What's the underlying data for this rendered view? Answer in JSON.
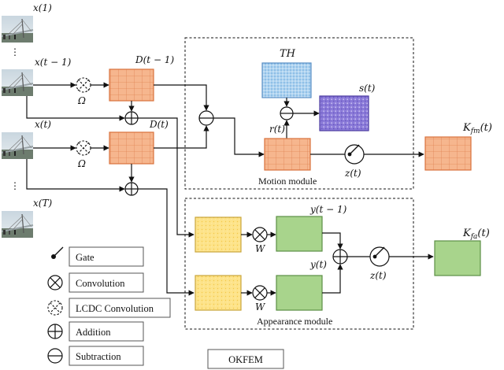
{
  "frames": {
    "x1": "x(1)",
    "xt_prev": "x(t − 1)",
    "xt": "x(t)",
    "xT": "x(T)",
    "ellipsis": "⋮"
  },
  "features": {
    "d_prev": "D(t − 1)",
    "d_t": "D(t)",
    "omega": "Ω"
  },
  "motion": {
    "th": "TH",
    "s": "s(t)",
    "r": "r(t)",
    "z": "z(t)",
    "caption": "Motion module",
    "output": "K",
    "output_sub": "fm",
    "output_arg": "(t)"
  },
  "appearance": {
    "y_prev": "y(t − 1)",
    "y_t": "y(t)",
    "w": "W",
    "z": "z(t)",
    "caption": "Appearance module",
    "output": "K",
    "output_sub": "fa",
    "output_arg": "(t)"
  },
  "legend": {
    "gate": "Gate",
    "convolution": "Convolution",
    "lcdc": "LCDC Convolution",
    "addition": "Addition",
    "subtraction": "Subtraction"
  },
  "footer": "OKFEM",
  "colors": {
    "feature_fill": "#f6b68e",
    "feature_stroke": "#d9713c",
    "th_fill": "#a9cfee",
    "s_fill": "#8d7fd6",
    "appearance_in": "#fbe38a",
    "appearance_out": "#a8d48c"
  }
}
